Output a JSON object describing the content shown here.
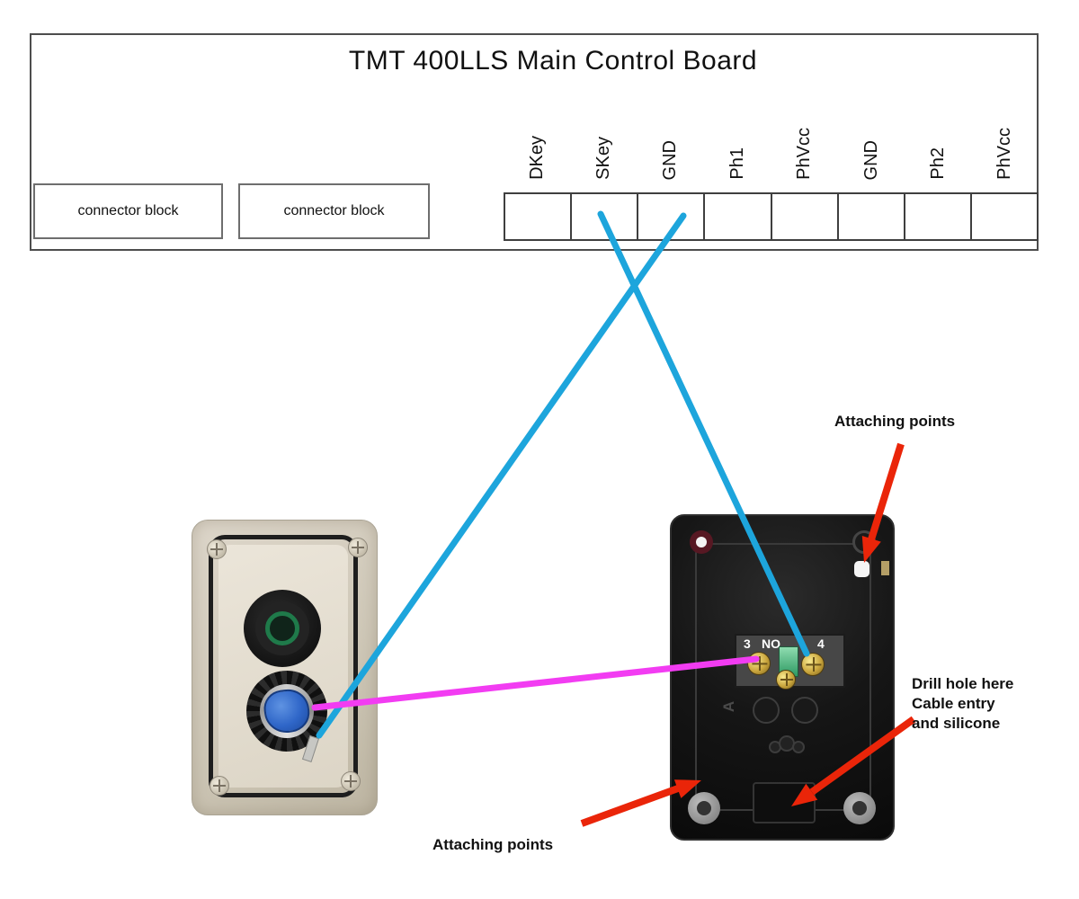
{
  "title": "TMT 400LLS Main Control Board",
  "board": {
    "connector_block_1": "connector block",
    "connector_block_2": "connector block",
    "terminals": [
      "DKey",
      "SKey",
      "GND",
      "Ph1",
      "PhVcc",
      "GND",
      "Ph2",
      "PhVcc"
    ]
  },
  "switch_block": {
    "left_pin": "3",
    "contact_type": "NO",
    "right_pin": "4"
  },
  "annotations": {
    "attaching_points_top": "Attaching points",
    "attaching_points_bottom": "Attaching points",
    "drill_note_line1": "Drill hole here",
    "drill_note_line2": "Cable entry",
    "drill_note_line3": "and silicone"
  },
  "colors": {
    "wire_cyan": "#1da5dc",
    "wire_magenta": "#f23cf2",
    "arrow_red": "#ea2509"
  }
}
